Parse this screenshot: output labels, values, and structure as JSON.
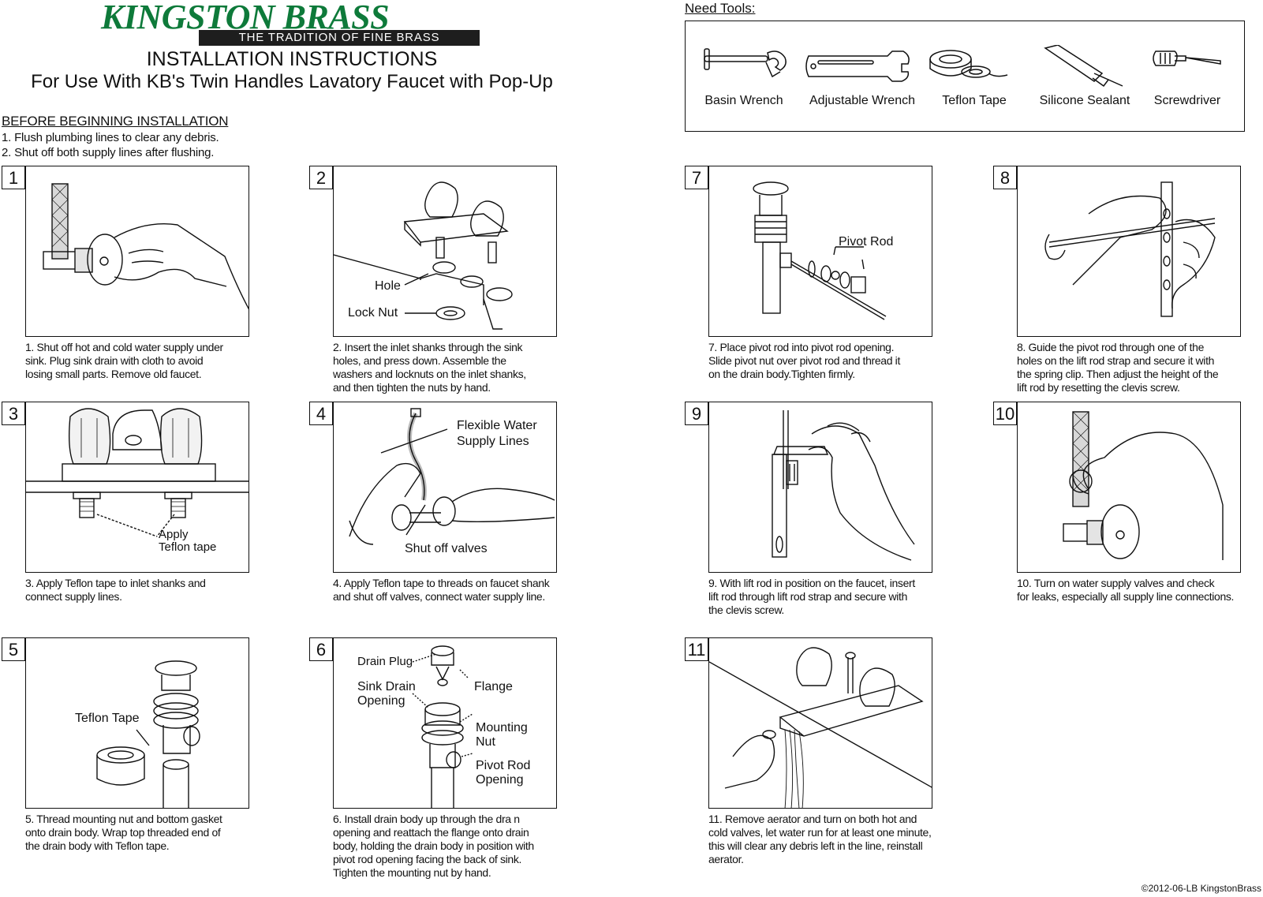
{
  "brand": {
    "name": "KINGSTON BRASS",
    "tagline": "THE TRADITION OF FINE BRASS",
    "color": "#0e7a3a"
  },
  "header": {
    "title": "INSTALLATION INSTRUCTIONS",
    "subtitle": "For Use With KB's Twin Handles Lavatory Faucet with Pop-Up"
  },
  "before": {
    "heading": "BEFORE BEGINNING INSTALLATION",
    "items": [
      "1. Flush plumbing lines to clear any debris.",
      "2. Shut off both supply lines after flushing."
    ]
  },
  "tools": {
    "heading": "Need Tools:",
    "items": [
      {
        "label": "Basin Wrench",
        "icon": "basin-wrench-icon"
      },
      {
        "label": "Adjustable Wrench",
        "icon": "adjustable-wrench-icon"
      },
      {
        "label": "Teflon Tape",
        "icon": "teflon-tape-icon"
      },
      {
        "label": "Silicone Sealant",
        "icon": "silicone-sealant-icon"
      },
      {
        "label": "Screwdriver",
        "icon": "screwdriver-icon"
      }
    ]
  },
  "steps": {
    "s1": {
      "num": "1",
      "caption": [
        "1. Shut off hot and cold water supply under",
        "sink. Plug sink drain with cloth to avoid",
        "losing small parts. Remove old faucet."
      ]
    },
    "s2": {
      "num": "2",
      "labels": {
        "hole": "Hole",
        "lock_nut": "Lock Nut"
      },
      "caption": [
        "2. Insert the inlet shanks through the sink",
        "holes, and press down.  Assemble the",
        "washers and locknuts on the inlet shanks,",
        "and then tighten the nuts by hand."
      ]
    },
    "s3": {
      "num": "3",
      "labels": {
        "apply": "Apply",
        "teflon": "Teflon tape"
      },
      "caption": [
        "3. Apply Teflon tape to inlet shanks and",
        "connect supply lines."
      ]
    },
    "s4": {
      "num": "4",
      "labels": {
        "flex1": "Flexible Water",
        "flex2": "Supply Lines",
        "shutoff": "Shut off valves"
      },
      "caption": [
        "4. Apply Teflon tape to threads on faucet shank",
        "and shut off valves, connect water supply line."
      ]
    },
    "s5": {
      "num": "5",
      "labels": {
        "tape": "Teflon Tape"
      },
      "caption": [
        "5. Thread mounting nut and bottom gasket",
        "onto drain body.  Wrap top threaded end of",
        "the drain body with Teflon tape."
      ]
    },
    "s6": {
      "num": "6",
      "labels": {
        "plug": "Drain Plug",
        "sink1": "Sink Drain",
        "sink2": "Opening",
        "flange": "Flange",
        "mount1": "Mounting",
        "mount2": "Nut",
        "pivot1": "Pivot Rod",
        "pivot2": "Opening"
      },
      "caption": [
        "6. Install drain body up through the dra n",
        "opening and reattach the flange onto drain",
        "body, holding the drain body in position with",
        "pivot rod opening facing the back of sink.",
        "Tighten the mounting nut by hand."
      ]
    },
    "s7": {
      "num": "7",
      "labels": {
        "pivot": "Pivot Rod"
      },
      "caption": [
        "7. Place pivot rod into pivot rod opening.",
        "Slide pivot nut over  pivot rod and thread it",
        "on the drain body.Tighten firmly."
      ]
    },
    "s8": {
      "num": "8",
      "caption": [
        "8. Guide the pivot rod through one of the",
        "holes on the lift rod strap and secure it with",
        "the spring clip.  Then adjust the height of the",
        "lift rod by resetting the clevis screw."
      ]
    },
    "s9": {
      "num": "9",
      "caption": [
        "9. With lift rod in position on the faucet, insert",
        "lift rod through lift rod strap and secure with",
        "the clevis screw."
      ]
    },
    "s10": {
      "num": "10",
      "caption": [
        "10. Turn on water supply valves and check",
        "for leaks, especially all supply line connections."
      ]
    },
    "s11": {
      "num": "11",
      "caption": [
        "11. Remove aerator and turn on both hot and",
        "cold valves, let water run for at least one minute,",
        "this will clear any debris left in the line, reinstall",
        "aerator."
      ]
    }
  },
  "footer": {
    "copyright": "©2012-06-LB KingstonBrass"
  }
}
